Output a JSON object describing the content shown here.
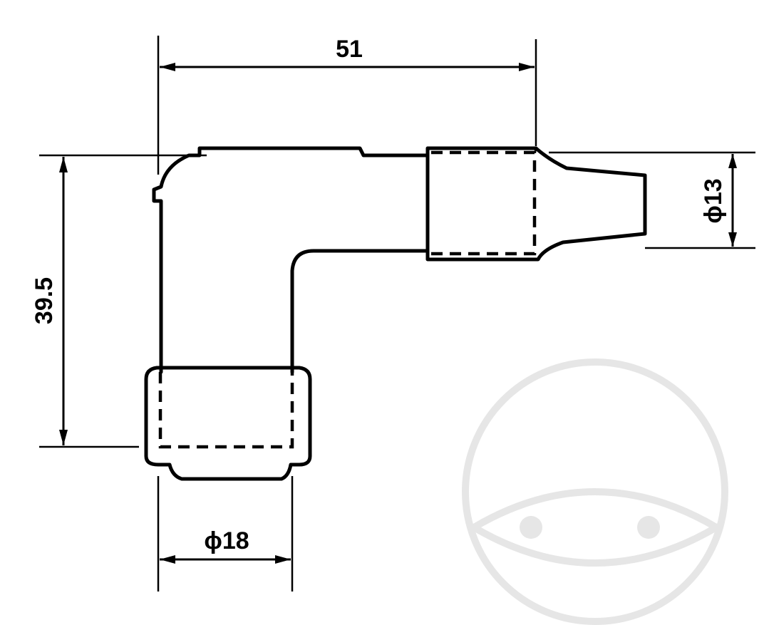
{
  "drawing": {
    "dimensions": {
      "length": "51",
      "height": "39.5",
      "tip_diameter": "ϕ13",
      "base_diameter": "ϕ18"
    },
    "watermark_color": "#e6e6e6",
    "line_color": "#000000"
  }
}
